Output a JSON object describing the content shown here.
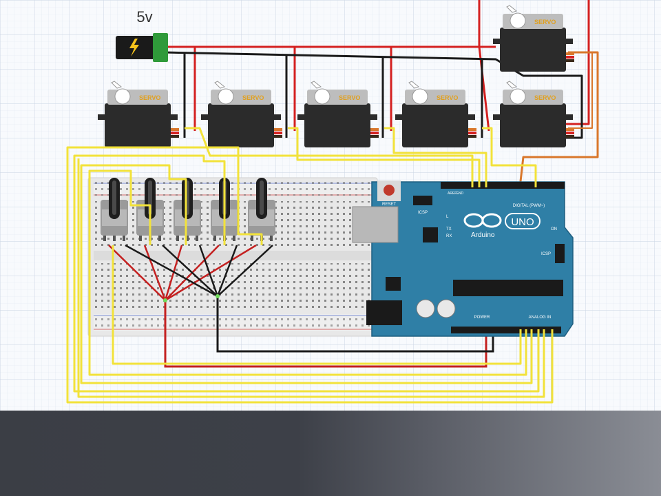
{
  "slide": {
    "background": "#ffffff",
    "footer_colors": [
      "#3b3e45",
      "#8a8d95"
    ]
  },
  "diagram": {
    "supply_label": "5v",
    "servo_label": "SERVO",
    "arduino": {
      "brand": "Arduino",
      "model": "UNO",
      "reset_label": "RESET",
      "icsp_label": "ICSP",
      "icsp2_label": "ICSP",
      "digital_label": "DIGITAL (PWM~)",
      "analog_label": "ANALOG IN",
      "power_label": "POWER",
      "on_label": "ON",
      "l_label": "L",
      "tx_label": "TX",
      "rx_label": "RX",
      "aref_label": "AREF",
      "gnd_label": "GND"
    },
    "servo_count": 6,
    "potentiometer_count": 5,
    "wire_colors": {
      "power": "#d42020",
      "ground": "#1a1a1a",
      "signal": "#f2e23a",
      "servo_signal": "#d9772b"
    },
    "icons": [
      "lightning-icon",
      "arduino-infinity-logo",
      "servo-horn-icon"
    ]
  }
}
